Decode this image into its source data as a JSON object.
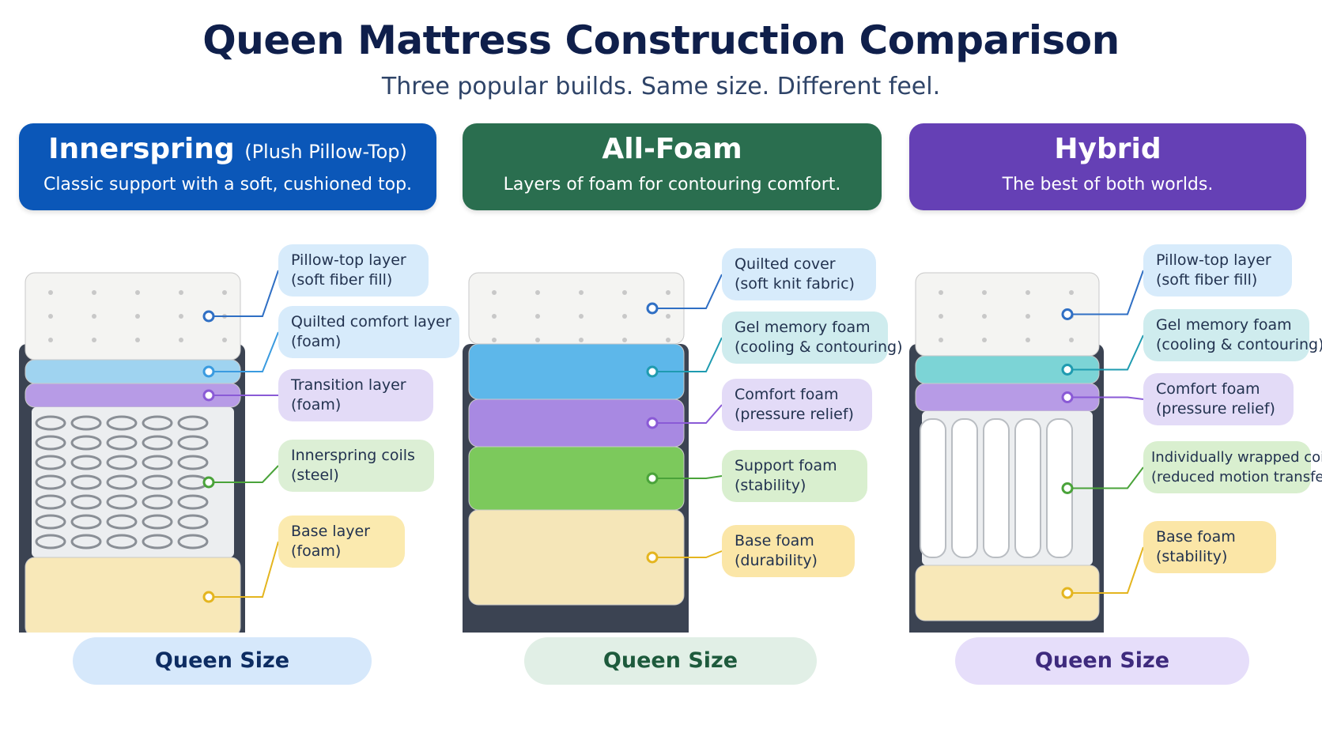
{
  "title": "Queen Mattress Construction Comparison",
  "subtitle": "Three popular builds. Same size. Different feel.",
  "panels": [
    {
      "name": "Innerspring",
      "name_suffix": "(Plush Pillow-Top)",
      "tagline": "Classic support with a soft, cushioned top.",
      "header_color": "#0b57b8",
      "size_label": "Queen Size",
      "size_bg": "#d6e8fb",
      "size_fg": "#0d2c62",
      "core": "coils",
      "layers": [
        {
          "line1": "Pillow-top layer",
          "line2": "(soft fiber fill)",
          "bg": "#d7ebfb",
          "dot": "#2f6fc4"
        },
        {
          "line1": "Quilted comfort layer",
          "line2": "(foam)",
          "bg": "#d7ebfb",
          "dot": "#3a9be0"
        },
        {
          "line1": "Transition layer",
          "line2": "(foam)",
          "bg": "#e3dbf7",
          "dot": "#8a5ad6"
        },
        {
          "line1": "Innerspring coils",
          "line2": "(steel)",
          "bg": "#dcefd5",
          "dot": "#4aa33a"
        },
        {
          "line1": "Base layer",
          "line2": "(foam)",
          "bg": "#fbeaaf",
          "dot": "#e4b51f"
        }
      ]
    },
    {
      "name": "All-Foam",
      "name_suffix": "",
      "tagline": "Layers of foam for contouring comfort.",
      "header_color": "#2a6e4f",
      "size_label": "Queen Size",
      "size_bg": "#e1efe6",
      "size_fg": "#1d5a3c",
      "core": "foam",
      "layers": [
        {
          "line1": "Quilted cover",
          "line2": "(soft knit fabric)",
          "bg": "#d7ebfb",
          "dot": "#2f6fc4"
        },
        {
          "line1": "Gel memory foam",
          "line2": "(cooling & contouring)",
          "bg": "#cfecee",
          "dot": "#1f9bb0"
        },
        {
          "line1": "Comfort foam",
          "line2": "(pressure relief)",
          "bg": "#e3dbf7",
          "dot": "#8a5ad6"
        },
        {
          "line1": "Support foam",
          "line2": "(stability)",
          "bg": "#d9efcf",
          "dot": "#4aa33a"
        },
        {
          "line1": "Base foam",
          "line2": "(durability)",
          "bg": "#fbe6a7",
          "dot": "#e4b51f"
        }
      ]
    },
    {
      "name": "Hybrid",
      "name_suffix": "",
      "tagline": "The best of both worlds.",
      "header_color": "#6540b5",
      "size_label": "Queen Size",
      "size_bg": "#e6defa",
      "size_fg": "#3e2a7d",
      "core": "pocket",
      "layers": [
        {
          "line1": "Pillow-top layer",
          "line2": "(soft fiber fill)",
          "bg": "#d7ebfb",
          "dot": "#2f6fc4"
        },
        {
          "line1": "Gel memory foam",
          "line2": "(cooling & contouring)",
          "bg": "#cfecee",
          "dot": "#1f9bb0"
        },
        {
          "line1": "Comfort foam",
          "line2": "(pressure relief)",
          "bg": "#e3dbf7",
          "dot": "#8a5ad6"
        },
        {
          "line1": "Individually wrapped coils",
          "line2": "(reduced motion transfer)",
          "bg": "#d9efcf",
          "dot": "#4aa33a"
        },
        {
          "line1": "Base foam",
          "line2": "(stability)",
          "bg": "#fbe6a7",
          "dot": "#e4b51f"
        }
      ]
    }
  ]
}
